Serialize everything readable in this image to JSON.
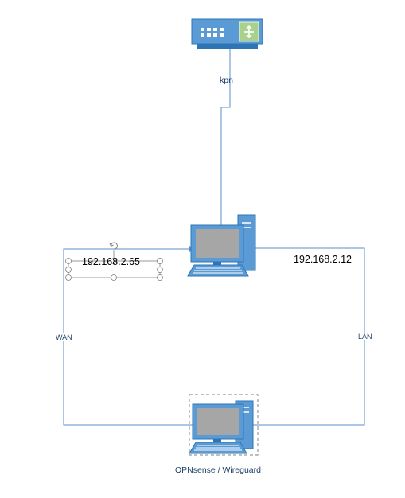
{
  "diagram": {
    "labels": {
      "kpn": "kpn",
      "wan": "WAN",
      "lan": "LAN",
      "firewall_caption": "OPNsense / Wireguard",
      "ip_wan": "192.168.2.65",
      "ip_lan": "192.168.2.12"
    },
    "colors": {
      "connector": "#5b8dc9",
      "device_blue": "#5b9bd5",
      "device_dark": "#2e75b6",
      "screen": "#a6a6a6",
      "router_green": "#a9d18e",
      "selection_handle": "#7f7f7f"
    },
    "icons": {
      "modem": "network-switch-icon",
      "pc": "desktop-computer-icon",
      "firewall": "desktop-computer-icon"
    }
  }
}
